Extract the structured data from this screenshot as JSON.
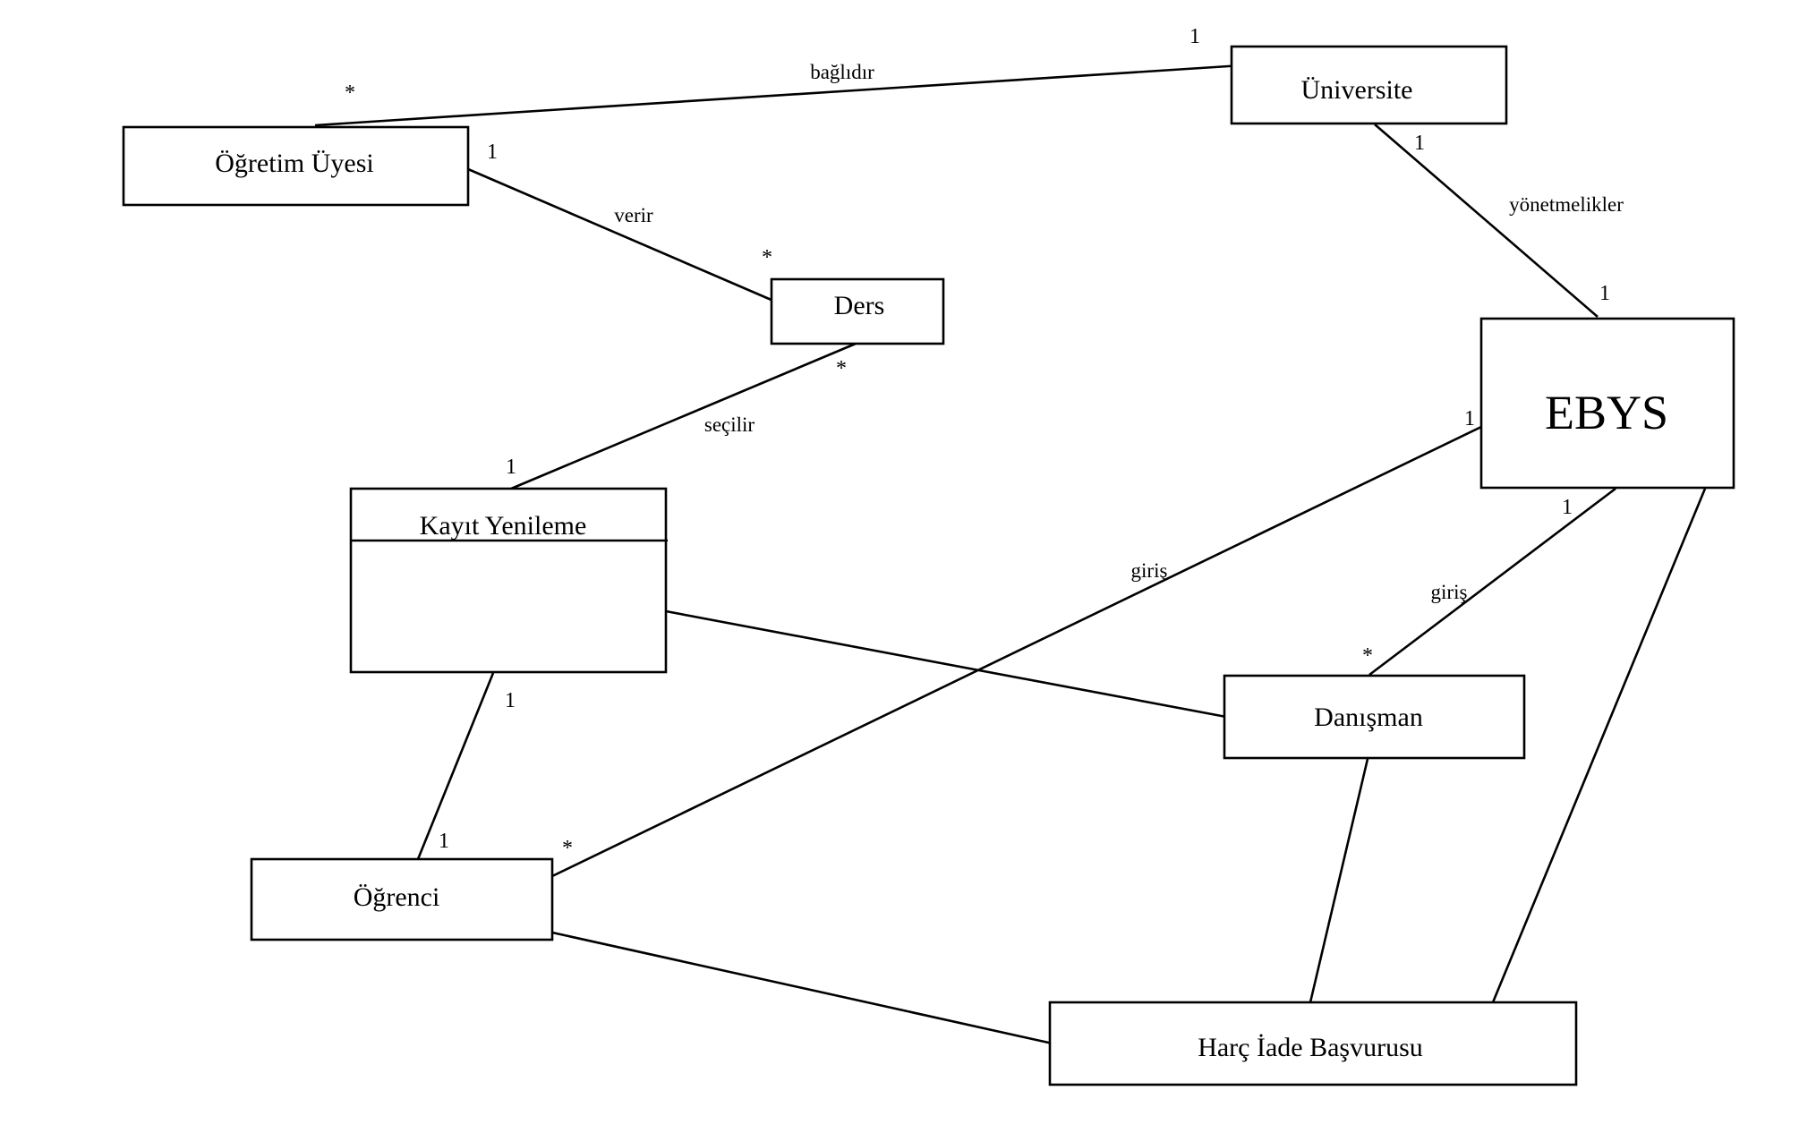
{
  "nodes": {
    "ogretim_uyesi": "Öğretim Üyesi",
    "universite": "Üniversite",
    "ders": "Ders",
    "ebys": "EBYS",
    "kayit_yenileme": "Kayıt Yenileme",
    "danisman": "Danışman",
    "ogrenci": "Öğrenci",
    "harc_iade": "Harç İade Başvurusu"
  },
  "edges": {
    "baglidir": "bağlıdır",
    "verir": "verir",
    "yonetmelikler": "yönetmelikler",
    "secilir": "seçilir",
    "giris_ogrenci": "giriş",
    "giris_danisman": "giriş"
  },
  "multiplicities": {
    "baglidir_ogretim": "*",
    "baglidir_universite": "1",
    "verir_ogretim": "1",
    "verir_ders": "*",
    "yonetmelikler_universite": "1",
    "yonetmelikler_ebys": "1",
    "secilir_ders": "*",
    "secilir_kayit": "1",
    "giris_ebys": "1",
    "giris_ogrenci": "*",
    "danisman_ebys": "1",
    "danisman_danisman": "*",
    "kayit_ogrenci_kayit": "1",
    "kayit_ogrenci_ogrenci": "1"
  }
}
